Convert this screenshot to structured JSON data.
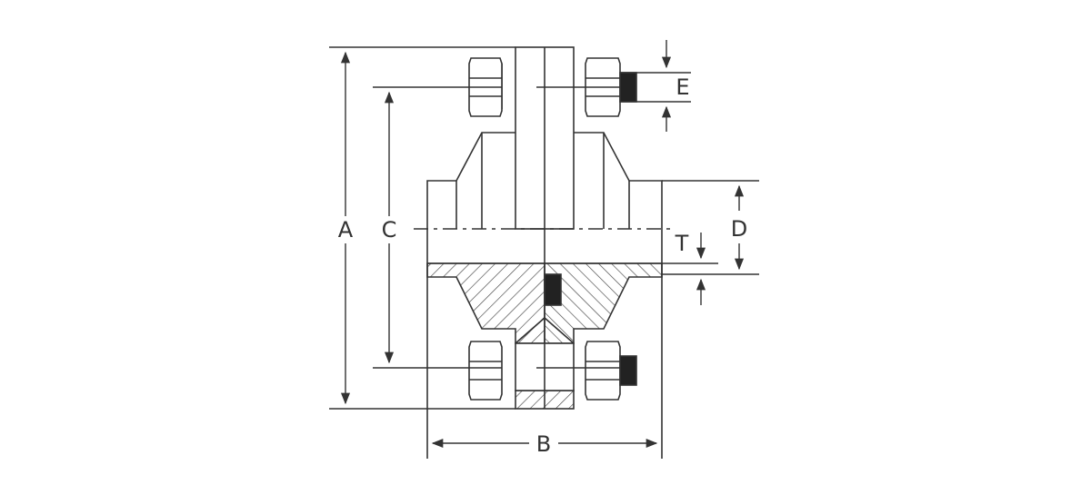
{
  "diagram": {
    "labels": {
      "a": "A",
      "b": "B",
      "c": "C",
      "d": "D",
      "e": "E",
      "t": "T"
    },
    "colors": {
      "line": "#333333",
      "hatch": "#444444",
      "fill": "#ffffff",
      "gasket": "#222222"
    }
  }
}
